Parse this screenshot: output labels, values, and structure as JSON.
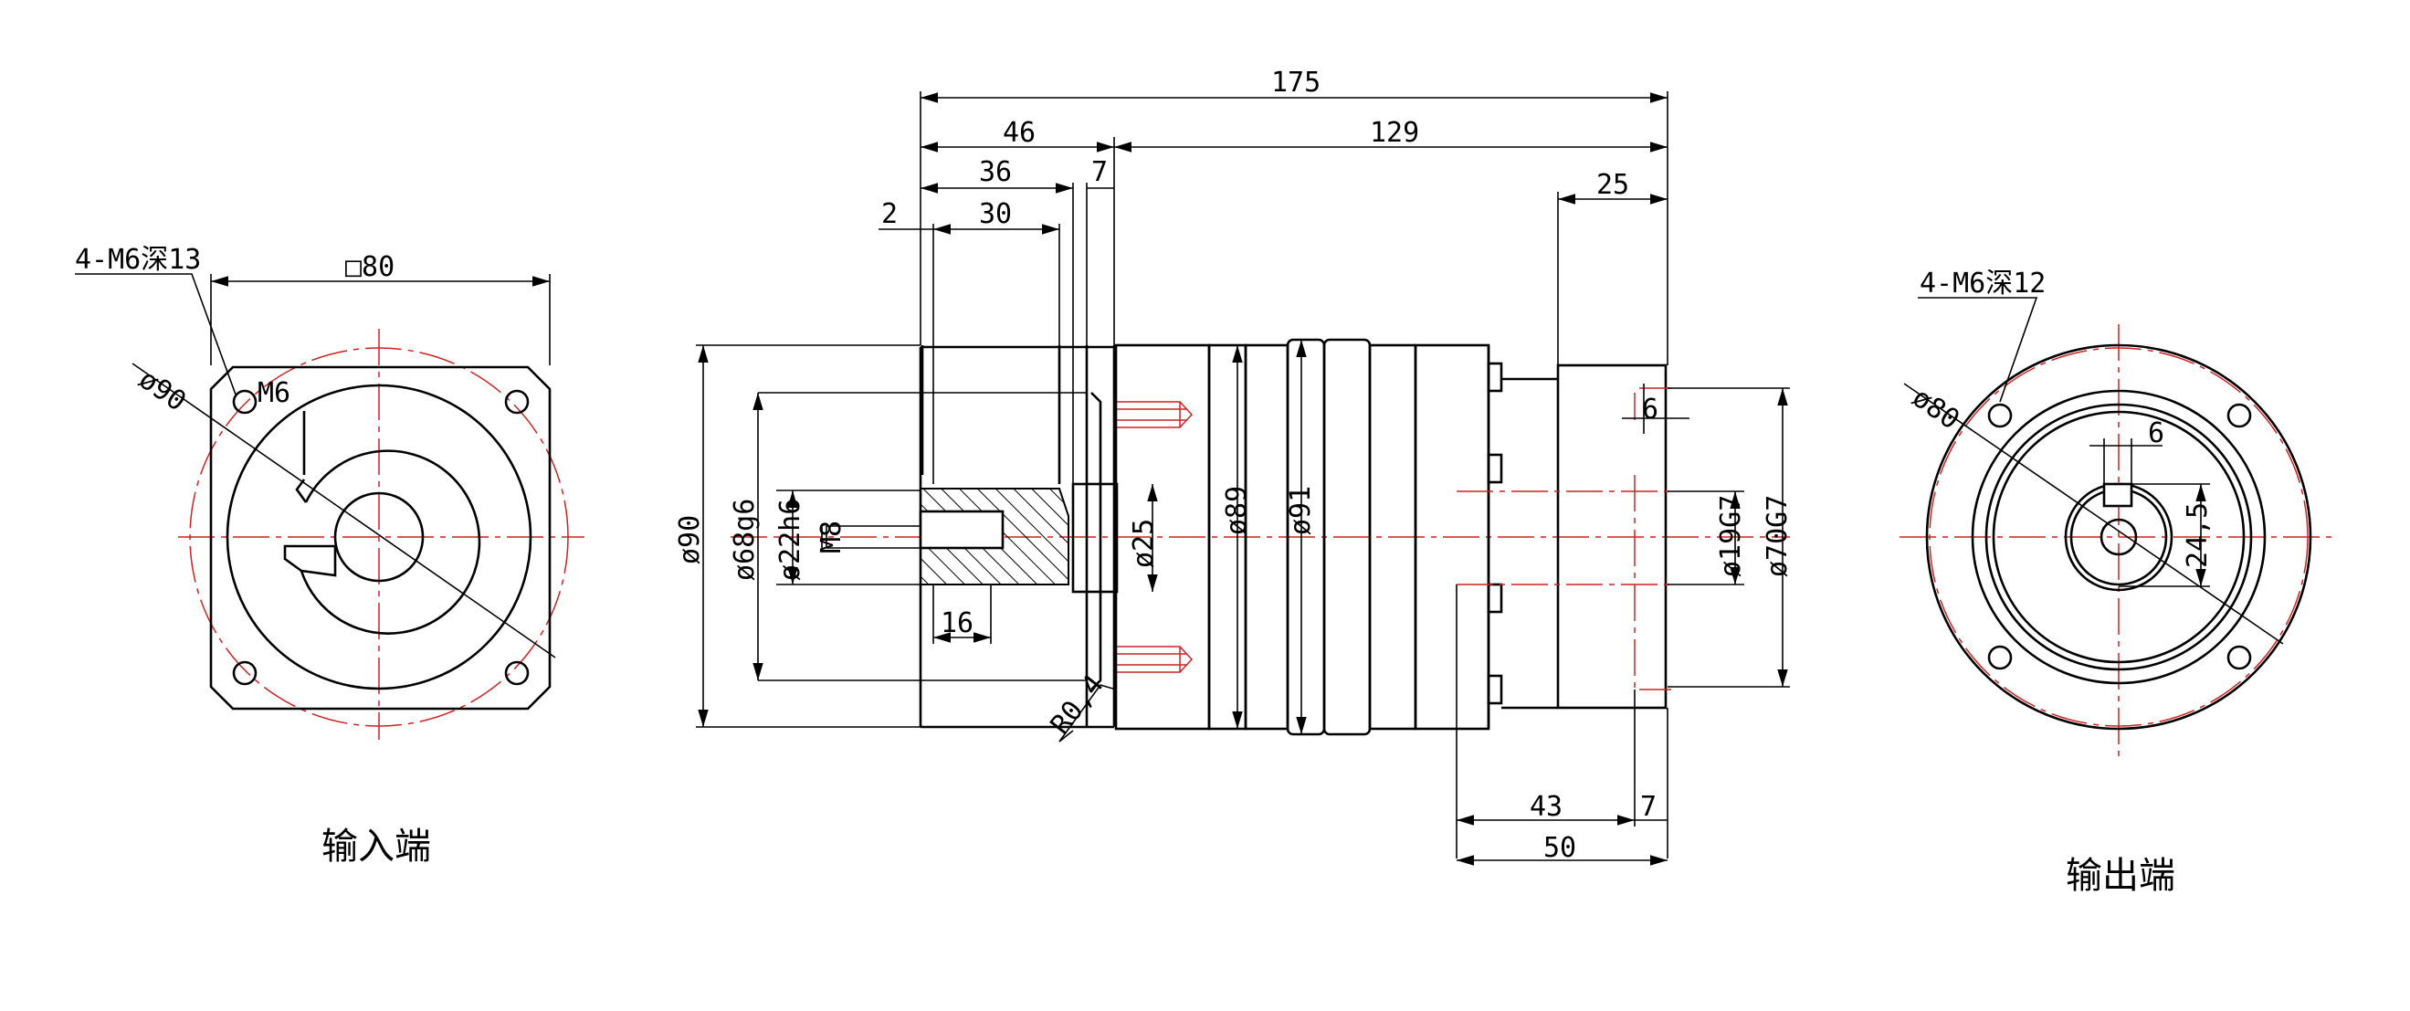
{
  "input_view": {
    "label": "输入端",
    "holes": "4-M6深13",
    "square": "□80",
    "pcd": "ø90",
    "thread": "M6"
  },
  "side_view": {
    "overall": "175",
    "d46": "46",
    "d129": "129",
    "d36": "36",
    "d7top": "7",
    "d2": "2",
    "d30": "30",
    "d25": "25",
    "d6": "6",
    "d16": "16",
    "d43": "43",
    "d7bot": "7",
    "d50": "50",
    "r04": "R0,4",
    "dia90": "ø90",
    "dia68": "ø68g6",
    "dia22": "ø22h6",
    "m8": "M8",
    "dia25": "ø25",
    "dia89": "ø89",
    "dia91": "ø91",
    "dia19": "ø19G7",
    "dia70": "ø70G7"
  },
  "output_view": {
    "label": "输出端",
    "holes": "4-M6深12",
    "pcd": "ø80",
    "key": "6",
    "height": "24,5"
  },
  "colors": {
    "line": "#000000",
    "center": "#cc2222"
  }
}
